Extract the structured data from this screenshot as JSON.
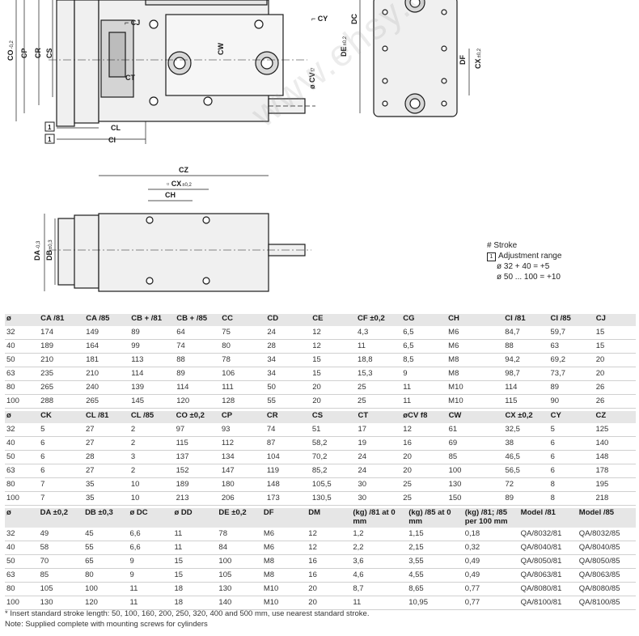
{
  "drawing": {
    "labels_top": {
      "co": "CO",
      "co_sub": "-0,2",
      "cp": "CP",
      "cr": "CR",
      "cs": "CS",
      "cj": "CJ",
      "ct": "CT",
      "cw": "CW",
      "cv": "CV",
      "cv_sub": "f7",
      "cl": "CL",
      "ci": "CI",
      "cy": "CY",
      "dc": "DC",
      "de": "DE",
      "de_sub": "±0,2",
      "df": "DF",
      "cx": "CX",
      "cx_sub": "±0,2",
      "box1a": "1",
      "box1b": "1"
    },
    "labels_bottom": {
      "cz": "CZ",
      "cx": "CX",
      "cx_sub": "±0,2",
      "ch": "CH",
      "da": "DA",
      "da_sub": "-0,3",
      "db": "DB",
      "db_sub": "±0,3"
    },
    "legend": {
      "stroke": "# Stroke",
      "adjust_box": "1",
      "adjust_label": "Adjustment range",
      "line1": "ø 32 + 40 = +5",
      "line2": "ø 50 ... 100 = +10"
    },
    "watermark": "www.ehsy.com"
  },
  "table1": {
    "headers": [
      "ø",
      "CA /81",
      "CA /85",
      "CB + /81",
      "CB + /85",
      "CC",
      "CD",
      "CE",
      "CF ±0,2",
      "CG",
      "CH",
      "CI /81",
      "CI /85",
      "CJ"
    ],
    "rows": [
      [
        "32",
        "174",
        "149",
        "89",
        "64",
        "75",
        "24",
        "12",
        "4,3",
        "6,5",
        "M6",
        "84,7",
        "59,7",
        "15"
      ],
      [
        "40",
        "189",
        "164",
        "99",
        "74",
        "80",
        "28",
        "12",
        "11",
        "6,5",
        "M6",
        "88",
        "63",
        "15"
      ],
      [
        "50",
        "210",
        "181",
        "113",
        "88",
        "78",
        "34",
        "15",
        "18,8",
        "8,5",
        "M8",
        "94,2",
        "69,2",
        "20"
      ],
      [
        "63",
        "235",
        "210",
        "114",
        "89",
        "106",
        "34",
        "15",
        "15,3",
        "9",
        "M8",
        "98,7",
        "73,7",
        "20"
      ],
      [
        "80",
        "265",
        "240",
        "139",
        "114",
        "111",
        "50",
        "20",
        "25",
        "11",
        "M10",
        "114",
        "89",
        "26"
      ],
      [
        "100",
        "288",
        "265",
        "145",
        "120",
        "128",
        "55",
        "20",
        "25",
        "11",
        "M10",
        "115",
        "90",
        "26"
      ]
    ]
  },
  "table2": {
    "headers": [
      "ø",
      "CK",
      "CL /81",
      "CL /85",
      "CO ±0,2",
      "CP",
      "CR",
      "CS",
      "CT",
      "øCV f8",
      "CW",
      "CX ±0,2",
      "CY",
      "CZ"
    ],
    "rows": [
      [
        "32",
        "5",
        "27",
        "2",
        "97",
        "93",
        "74",
        "51",
        "17",
        "12",
        "61",
        "32,5",
        "5",
        "125"
      ],
      [
        "40",
        "6",
        "27",
        "2",
        "115",
        "112",
        "87",
        "58,2",
        "19",
        "16",
        "69",
        "38",
        "6",
        "140"
      ],
      [
        "50",
        "6",
        "28",
        "3",
        "137",
        "134",
        "104",
        "70,2",
        "24",
        "20",
        "85",
        "46,5",
        "6",
        "148"
      ],
      [
        "63",
        "6",
        "27",
        "2",
        "152",
        "147",
        "119",
        "85,2",
        "24",
        "20",
        "100",
        "56,5",
        "6",
        "178"
      ],
      [
        "80",
        "7",
        "35",
        "10",
        "189",
        "180",
        "148",
        "105,5",
        "30",
        "25",
        "130",
        "72",
        "8",
        "195"
      ],
      [
        "100",
        "7",
        "35",
        "10",
        "213",
        "206",
        "173",
        "130,5",
        "30",
        "25",
        "150",
        "89",
        "8",
        "218"
      ]
    ]
  },
  "table3": {
    "headers": [
      "ø",
      "DA ±0,2",
      "DB ±0,3",
      "ø DC",
      "ø DD",
      "DE ±0,2",
      "DF",
      "DM",
      "(kg) /81 at 0 mm",
      "(kg) /85 at 0 mm",
      "(kg) /81; /85 per 100 mm",
      "Model /81",
      "Model /85"
    ],
    "rows": [
      [
        "32",
        "49",
        "45",
        "6,6",
        "11",
        "78",
        "M6",
        "12",
        "1,2",
        "1,15",
        "0,18",
        "QA/8032/81",
        "QA/8032/85"
      ],
      [
        "40",
        "58",
        "55",
        "6,6",
        "11",
        "84",
        "M6",
        "12",
        "2,2",
        "2,15",
        "0,32",
        "QA/8040/81",
        "QA/8040/85"
      ],
      [
        "50",
        "70",
        "65",
        "9",
        "15",
        "100",
        "M8",
        "16",
        "3,6",
        "3,55",
        "0,49",
        "QA/8050/81",
        "QA/8050/85"
      ],
      [
        "63",
        "85",
        "80",
        "9",
        "15",
        "105",
        "M8",
        "16",
        "4,6",
        "4,55",
        "0,49",
        "QA/8063/81",
        "QA/8063/85"
      ],
      [
        "80",
        "105",
        "100",
        "11",
        "18",
        "130",
        "M10",
        "20",
        "8,7",
        "8,65",
        "0,77",
        "QA/8080/81",
        "QA/8080/85"
      ],
      [
        "100",
        "130",
        "120",
        "11",
        "18",
        "140",
        "M10",
        "20",
        "11",
        "10,95",
        "0,77",
        "QA/8100/81",
        "QA/8100/85"
      ]
    ]
  },
  "notes": {
    "line1": "* Insert standard stroke length: 50, 100, 160, 200, 250, 320, 400 and 500 mm, use nearest standard stroke.",
    "line2": "Note: Supplied complete with mounting screws for cylinders"
  },
  "colors": {
    "header_bg": "#e6e6e6",
    "rule": "#d0d0d0",
    "part_fill": "#f0f0f0",
    "line": "#1a1a1a"
  }
}
